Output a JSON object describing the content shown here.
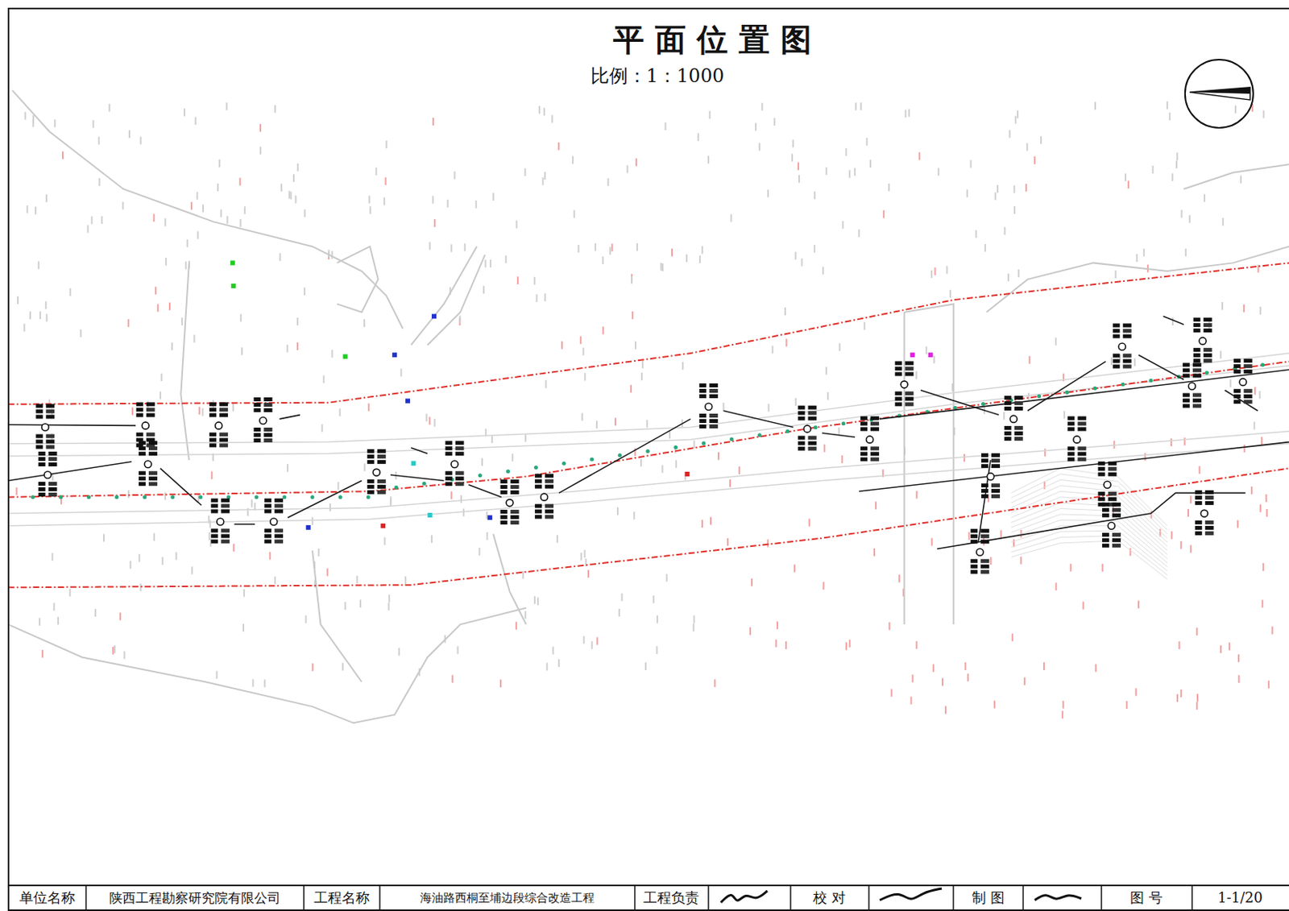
{
  "diagram": {
    "title": "平面位置图",
    "labels": [
      "比例：1：1000",
      "单位名称",
      "陕西工程勘察研究院有限公司",
      "工程名称",
      "海油路西桐至埔边段综合改造工程",
      "工程负责",
      "校 对",
      "制 图",
      "图 号",
      "1-1/20"
    ]
  }
}
